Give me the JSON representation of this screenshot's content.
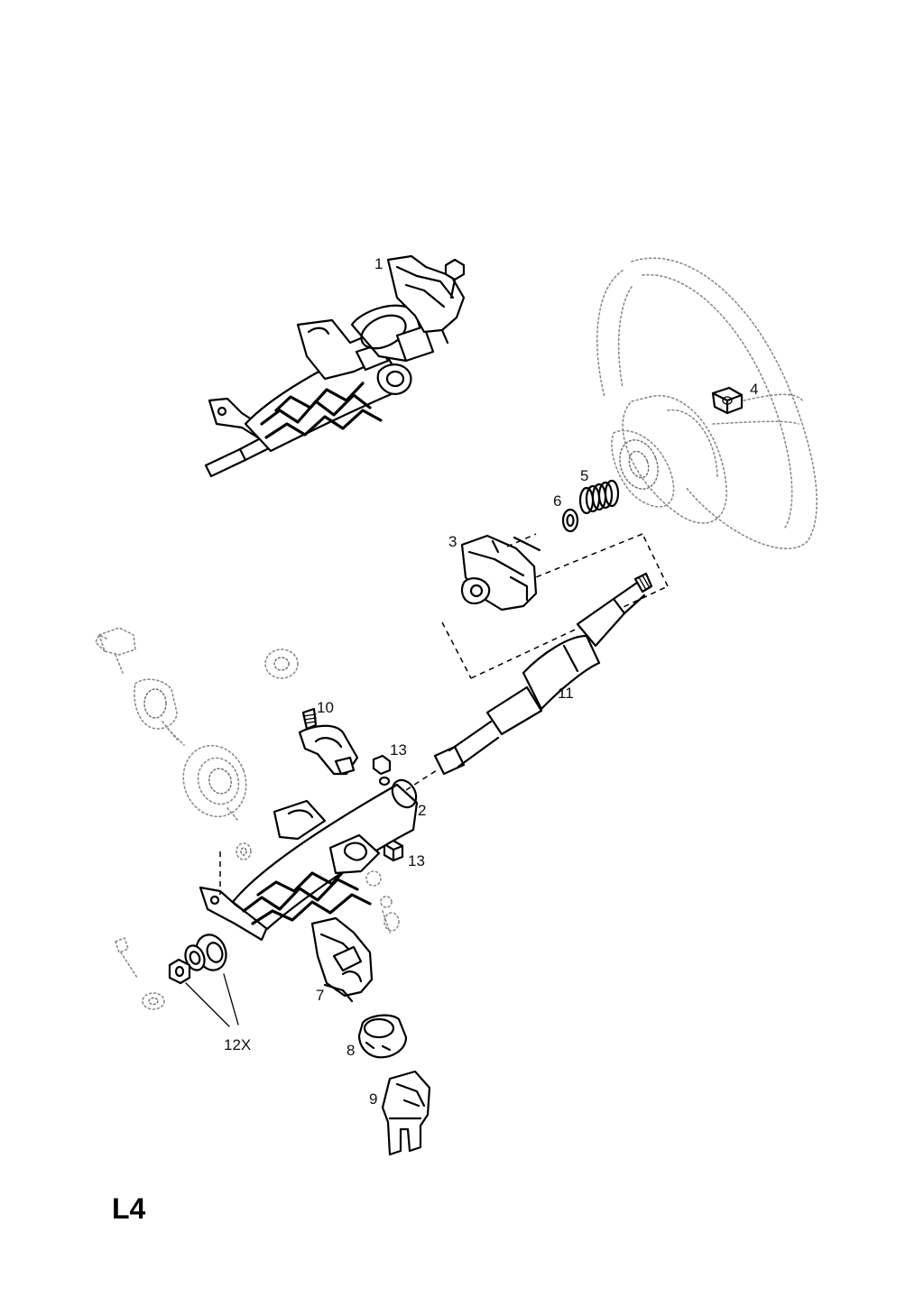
{
  "diagram": {
    "page_code": "L4",
    "callouts": [
      {
        "id": "1",
        "label": "1"
      },
      {
        "id": "2",
        "label": "2"
      },
      {
        "id": "3",
        "label": "3"
      },
      {
        "id": "4",
        "label": "4"
      },
      {
        "id": "5",
        "label": "5"
      },
      {
        "id": "6",
        "label": "6"
      },
      {
        "id": "7",
        "label": "7"
      },
      {
        "id": "8",
        "label": "8"
      },
      {
        "id": "9",
        "label": "9"
      },
      {
        "id": "10",
        "label": "10"
      },
      {
        "id": "11",
        "label": "11"
      },
      {
        "id": "12x",
        "label": "12X"
      },
      {
        "id": "13a",
        "label": "13"
      },
      {
        "id": "13b",
        "label": "13"
      }
    ]
  }
}
